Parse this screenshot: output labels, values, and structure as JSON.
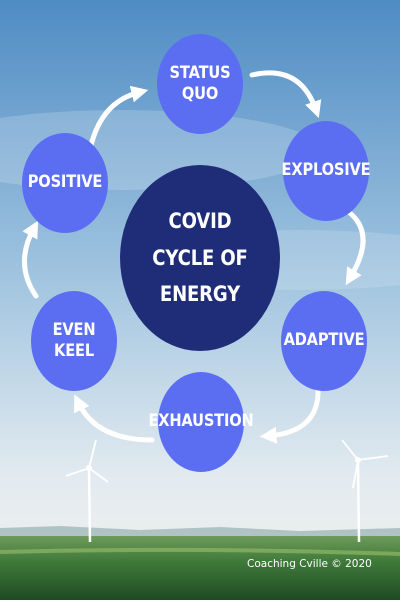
{
  "diagram": {
    "center_label": "COVID\nCYCLE OF\nENERGY",
    "stages": [
      {
        "label": "STATUS\nQUO"
      },
      {
        "label": "EXPLOSIVE"
      },
      {
        "label": "ADAPTIVE"
      },
      {
        "label": "EXHAUSTION"
      },
      {
        "label": "EVEN\nKEEL"
      },
      {
        "label": "POSITIVE"
      }
    ]
  },
  "credit": "Coaching Cville © 2020",
  "colors": {
    "stage_fill": "#5b6ef2",
    "center_fill": "#1f2c78",
    "arrow": "#ffffff",
    "sky_top": "#4f8cc4",
    "field": "#3f7a3a"
  }
}
